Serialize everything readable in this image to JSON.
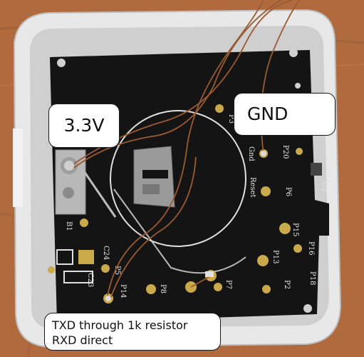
{
  "callouts": {
    "vcc": "3.3V",
    "gnd": "GND",
    "serial_line1": "TXD through 1k resistor",
    "serial_line2": "RXD direct"
  },
  "silkscreen": {
    "p3": "P3",
    "gnd": "Gnd",
    "p20": "P20",
    "reset": "Reset",
    "p6": "P6",
    "u1": "U1",
    "p15": "P15",
    "p16": "P16",
    "p13": "P13",
    "p18": "P18",
    "p2": "P2",
    "p7": "P7",
    "p8": "P8",
    "p14": "P14",
    "p5": "P5",
    "c24": "C24",
    "c23": "C23",
    "b1": "B1"
  },
  "colors": {
    "background_wood": "#b06a3e",
    "enclosure": "#e6e6e6",
    "pcb": "#141414",
    "pad": "#c9a94a",
    "wire": "#9a5a32"
  }
}
